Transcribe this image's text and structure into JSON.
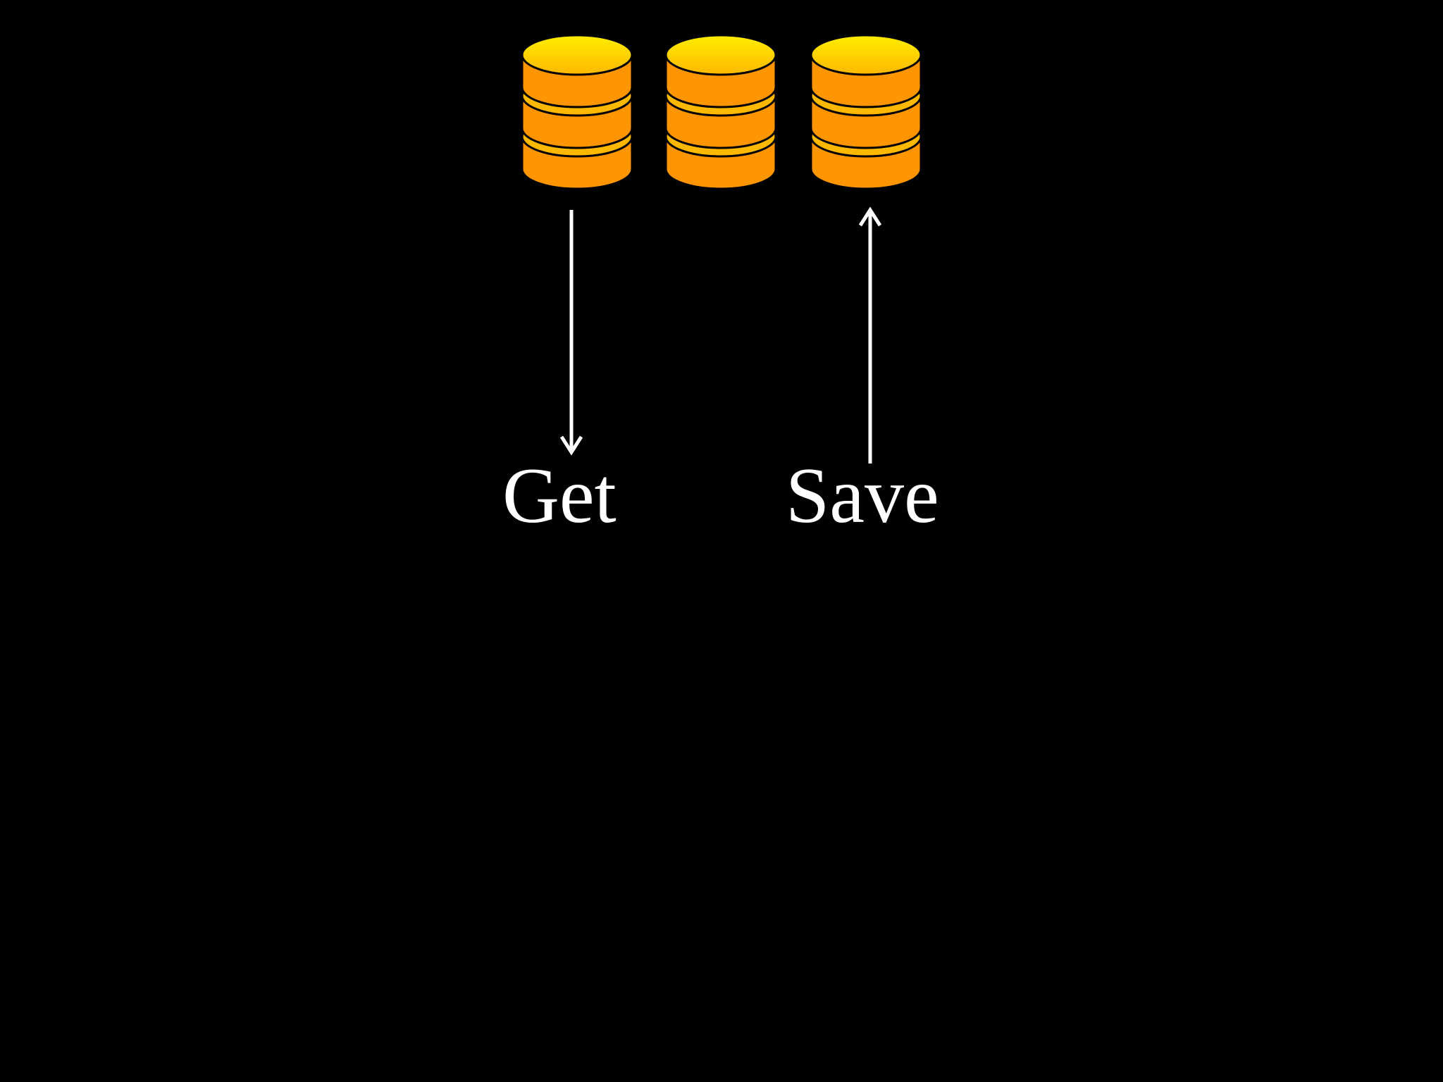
{
  "colors": {
    "background": "#000000",
    "cylinder_top_light": "#FFEE00",
    "cylinder_top_dark": "#FFB800",
    "cylinder_body": "#FF9500",
    "cylinder_outline": "#000000",
    "arrow": "#ffffff",
    "text": "#ffffff"
  },
  "databases": [
    {
      "name": "database-1",
      "icon": "database-stack-icon"
    },
    {
      "name": "database-2",
      "icon": "database-stack-icon"
    },
    {
      "name": "database-3",
      "icon": "database-stack-icon"
    }
  ],
  "flows": [
    {
      "name": "get",
      "label": "Get",
      "direction": "down",
      "database": "database-1"
    },
    {
      "name": "save",
      "label": "Save",
      "direction": "up",
      "database": "database-3"
    }
  ]
}
